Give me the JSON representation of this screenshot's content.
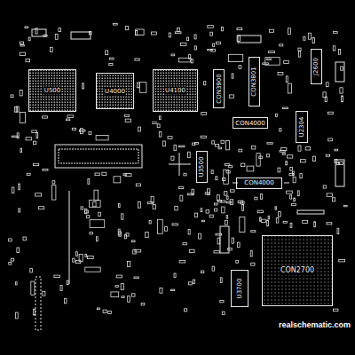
{
  "diagram": {
    "nodes": [
      {
        "text": [
          "U500"
        ]
      },
      {
        "text": [
          "U4000"
        ]
      },
      {
        "text": [
          "U4100"
        ]
      },
      {
        "text": [
          "CON3900"
        ]
      },
      {
        "text": [
          "CON3801"
        ]
      },
      {
        "text": [
          "J2600"
        ]
      },
      {
        "text": [
          "CON4000"
        ]
      },
      {
        "text": [
          "U2304"
        ]
      },
      {
        "text": [
          "U3500"
        ]
      },
      {
        "text": [
          "CON4000"
        ]
      },
      {
        "text": [
          "CON2700"
        ]
      },
      {
        "text": [
          "U3700"
        ]
      }
    ],
    "labels": [
      "realschematic.com"
    ]
  }
}
